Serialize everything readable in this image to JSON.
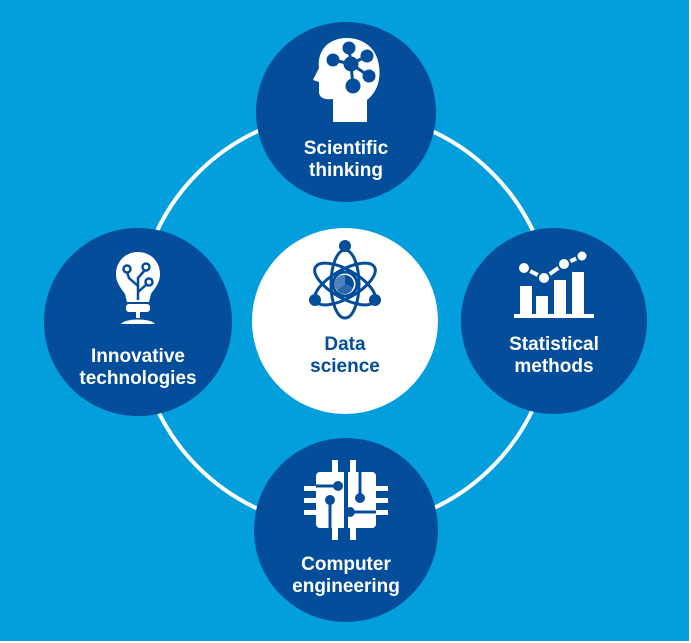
{
  "diagram": {
    "type": "hub-and-spoke",
    "colors": {
      "background": "#039fdd",
      "node_fill": "#034d9a",
      "center_fill": "#ffffff",
      "ring": "#ffffff",
      "node_text": "#ffffff",
      "center_text": "#034d9a"
    },
    "center": {
      "icon": "atom-pie-chart-icon",
      "line1": "Data",
      "line2": "science"
    },
    "nodes": [
      {
        "position": "top",
        "icon": "head-network-icon",
        "line1": "Scientific",
        "line2": "thinking"
      },
      {
        "position": "left",
        "icon": "lightbulb-circuit-icon",
        "line1": "Innovative",
        "line2": "technologies"
      },
      {
        "position": "right",
        "icon": "bar-line-chart-icon",
        "line1": "Statistical",
        "line2": "methods"
      },
      {
        "position": "bottom",
        "icon": "microchip-icon",
        "line1": "Computer",
        "line2": "engineering"
      }
    ]
  }
}
